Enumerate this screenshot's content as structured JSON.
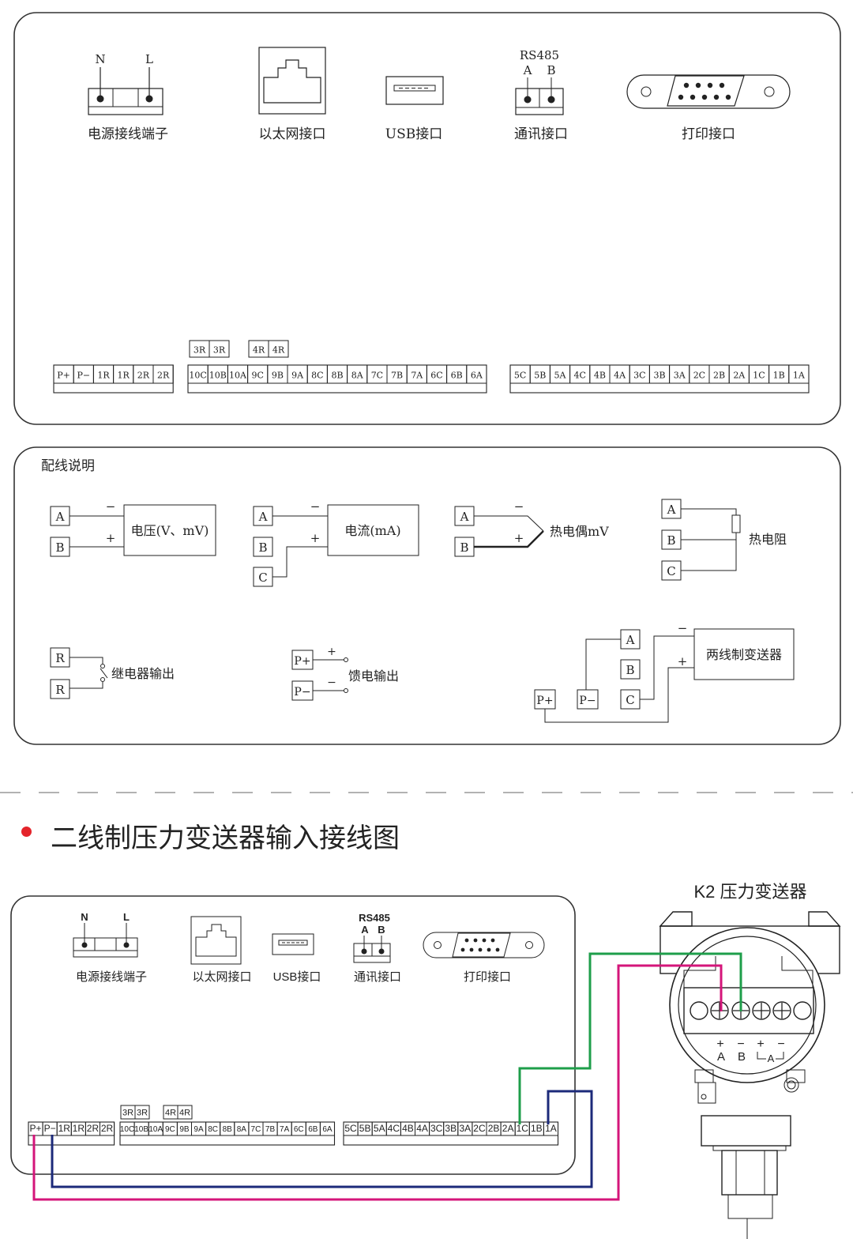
{
  "panel1": {
    "power_terminal": {
      "label": "电源接线端子",
      "n": "N",
      "l": "L"
    },
    "ethernet": {
      "label": "以太网接口"
    },
    "usb": {
      "label": "USB接口"
    },
    "comm": {
      "label": "通讯接口",
      "protocol": "RS485",
      "a": "A",
      "b": "B"
    },
    "print": {
      "label": "打印接口"
    },
    "strip_left": [
      "P+",
      "P−",
      "1R",
      "1R",
      "2R",
      "2R"
    ],
    "strip_mid": [
      "10C",
      "10B",
      "10A",
      "9C",
      "9B",
      "9A",
      "8C",
      "8B",
      "8A",
      "7C",
      "7B",
      "7A",
      "6C",
      "6B",
      "6A"
    ],
    "strip_right": [
      "5C",
      "5B",
      "5A",
      "4C",
      "4B",
      "4A",
      "3C",
      "3B",
      "3A",
      "2C",
      "2B",
      "2A",
      "1C",
      "1B",
      "1A"
    ],
    "relay_top": [
      "3R",
      "3R",
      "4R",
      "4R"
    ]
  },
  "panel2": {
    "title": "配线说明",
    "voltage": {
      "label": "电压(V、mV)",
      "a": "A",
      "b": "B",
      "minus": "−",
      "plus": "+"
    },
    "current": {
      "label": "电流(mA)",
      "a": "A",
      "b": "B",
      "c": "C",
      "minus": "−",
      "plus": "+"
    },
    "thermocouple": {
      "label": "热电偶mV",
      "a": "A",
      "b": "B",
      "minus": "−",
      "plus": "+"
    },
    "rtd": {
      "label": "热电阻",
      "a": "A",
      "b": "B",
      "c": "C"
    },
    "relay": {
      "label": "继电器输出",
      "r1": "R",
      "r2": "R"
    },
    "feed": {
      "label": "馈电输出",
      "p_plus": "P+",
      "p_minus": "P−",
      "plus": "+",
      "minus": "−"
    },
    "two_wire": {
      "label": "两线制变送器",
      "a": "A",
      "b": "B",
      "c": "C",
      "p_plus": "P+",
      "p_minus": "P−",
      "minus": "−",
      "plus": "+"
    }
  },
  "section_title": "二线制压力变送器输入接线图",
  "panel3": {
    "power_terminal": {
      "label": "电源接线端子",
      "n": "N",
      "l": "L"
    },
    "ethernet": {
      "label": "以太网接口"
    },
    "usb": {
      "label": "USB接口"
    },
    "comm": {
      "label": "通讯接口",
      "protocol": "RS485",
      "a": "A",
      "b": "B"
    },
    "print": {
      "label": "打印接口"
    },
    "strip_left": [
      "P+",
      "P−",
      "1R",
      "1R",
      "2R",
      "2R"
    ],
    "strip_mid": [
      "10C",
      "10B",
      "10A",
      "9C",
      "9B",
      "9A",
      "8C",
      "8B",
      "8A",
      "7C",
      "7B",
      "7A",
      "6C",
      "6B",
      "6A"
    ],
    "strip_right": [
      "5C",
      "5B",
      "5A",
      "4C",
      "4B",
      "4A",
      "3C",
      "3B",
      "3A",
      "2C",
      "2B",
      "2A",
      "1C",
      "1B",
      "1A"
    ],
    "relay_top": [
      "3R",
      "3R",
      "4R",
      "4R"
    ]
  },
  "transmitter": {
    "title": "K2 压力变送器",
    "plus1": "+",
    "minus1": "−",
    "plus2": "+",
    "minus2": "−",
    "a": "A",
    "b": "B",
    "a2": "A"
  },
  "colors": {
    "dot": "#e4242b",
    "green": "#1e9e4a",
    "magenta": "#d4157a",
    "navy": "#1c2a7a"
  }
}
